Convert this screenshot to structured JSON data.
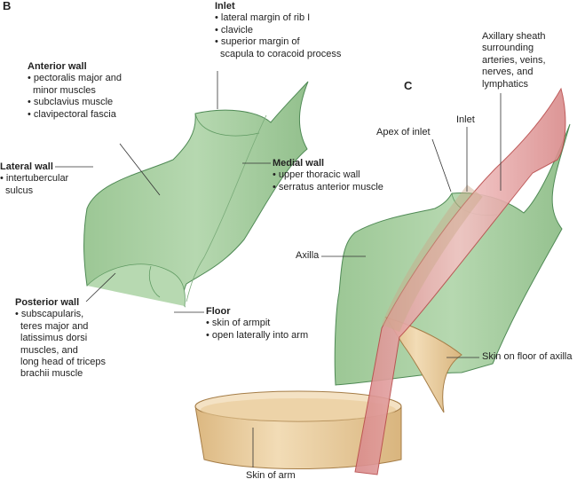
{
  "panels": {
    "b": "B",
    "c": "C"
  },
  "labels": {
    "inlet": {
      "title": "Inlet",
      "items": [
        "• lateral margin of rib I",
        "• clavicle",
        "• superior margin of",
        "scapula to coracoid process"
      ]
    },
    "anterior_wall": {
      "title": "Anterior wall",
      "items": [
        "• pectoralis major and",
        "minor muscles",
        "• subclavius muscle",
        "• clavipectoral fascia"
      ]
    },
    "lateral_wall": {
      "title": "Lateral wall",
      "items": [
        "• intertubercular",
        "sulcus"
      ]
    },
    "medial_wall": {
      "title": "Medial wall",
      "items": [
        "• upper thoracic wall",
        "• serratus anterior muscle"
      ]
    },
    "posterior_wall": {
      "title": "Posterior wall",
      "items": [
        "• subscapularis,",
        "teres major and",
        "latissimus dorsi",
        "muscles, and",
        "long head of triceps",
        "brachii muscle"
      ]
    },
    "floor": {
      "title": "Floor",
      "items": [
        "• skin of armpit",
        "• open laterally into arm"
      ]
    },
    "axillary_sheath": [
      "Axillary sheath",
      "surrounding",
      "arteries, veins,",
      "nerves, and",
      "lymphatics"
    ],
    "inlet_c": "Inlet",
    "apex_of_inlet": "Apex of inlet",
    "axilla": "Axilla",
    "skin_floor_axilla": "Skin on floor of axilla",
    "skin_of_arm": "Skin of arm"
  },
  "colors": {
    "wall_green": "#a9cfa3",
    "wall_stroke": "#4f8a55",
    "vessel": "#e3a5a5",
    "skin": "#e9cc9a"
  }
}
